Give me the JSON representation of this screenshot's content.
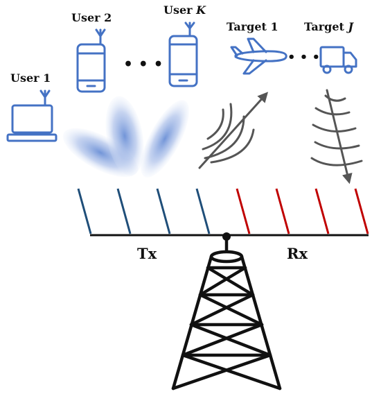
{
  "users": {
    "user1": "User 1",
    "user2": "User 2",
    "userK_prefix": "User ",
    "userK_index": "K",
    "ellipsis": "• • •"
  },
  "targets": {
    "target1": "Target 1",
    "targetJ_prefix": "Target ",
    "targetJ_index": "J",
    "ellipsis": "• • •"
  },
  "array": {
    "tx_label": "Tx",
    "rx_label": "Rx",
    "tx_color": "#1f4e79",
    "rx_color": "#c00000",
    "tx_count": 4,
    "rx_count": 4
  },
  "colors": {
    "icon": "#4472c4",
    "beam": "#6a8fd6",
    "echo": "#555555",
    "tower": "#111111"
  },
  "icons": {
    "laptop": "laptop-icon",
    "phone": "smartphone-icon",
    "plane": "airplane-icon",
    "truck": "truck-icon",
    "tower": "antenna-tower-icon"
  }
}
